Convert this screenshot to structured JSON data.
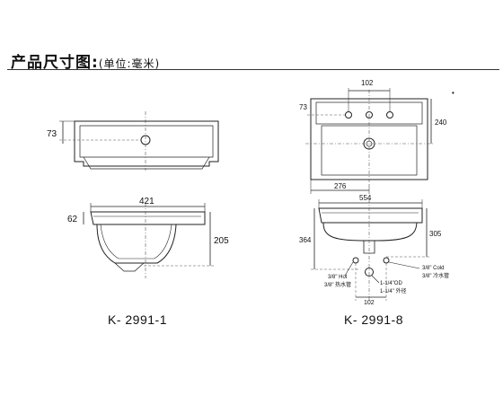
{
  "header": {
    "title": "产品尺寸图:",
    "unit": "(单位:毫米)"
  },
  "left_model": {
    "model_label": "K- 2991-1",
    "top_view": {
      "dim_depth": "73"
    },
    "side_view": {
      "dim_width": "421",
      "dim_rim": "62",
      "dim_height": "205"
    }
  },
  "right_model": {
    "model_label": "K- 2991-8",
    "top_view": {
      "dim_hole_spacing": "102",
      "dim_depth": "73",
      "dim_inner": "240",
      "dim_offset": "276",
      "corner_mark": "•"
    },
    "side_view": {
      "dim_width": "554",
      "dim_height_total": "364",
      "dim_height_bowl": "305",
      "dim_bottom_spacing": "102",
      "label_hot": "3/8\" Hot",
      "label_hot_cn": "3/8\" 热水管",
      "label_cold": "3/8\" Cold",
      "label_cold_cn": "3/8\" 冷水管",
      "label_od": "1-1/4\"OD",
      "label_od_cn": "1-1/4\" 外径"
    }
  },
  "colors": {
    "line": "#222222",
    "dash": "#555555",
    "background": "#ffffff"
  }
}
